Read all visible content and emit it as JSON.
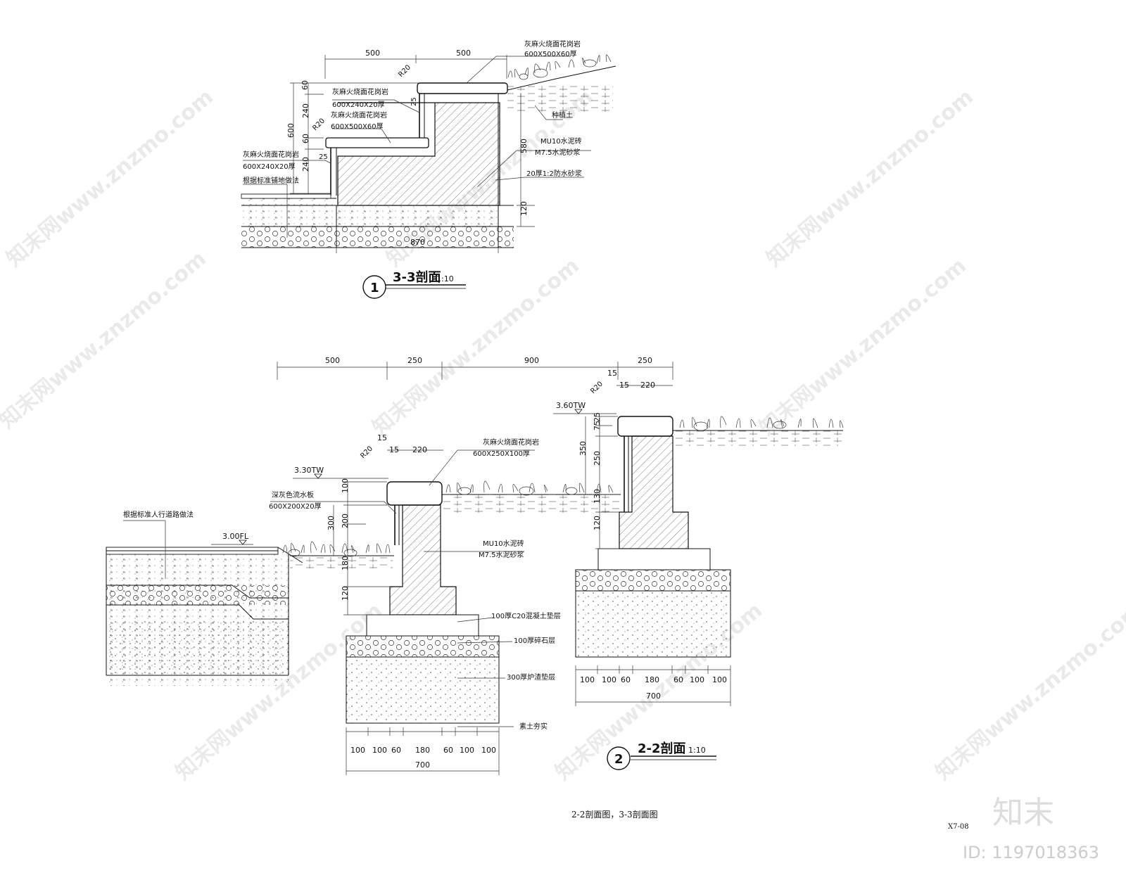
{
  "section_1": {
    "number": "1",
    "title": "3-3剖面",
    "scale": "1:10",
    "dims_top": [
      "500",
      "500"
    ],
    "dims_left": [
      "60",
      "240",
      "60",
      "240"
    ],
    "dim_total": "600",
    "dim_right": "580",
    "dim_base_height": "120",
    "dim_bottom": "870",
    "radius_top": "R20",
    "radius_step": "R20",
    "gap_upper": "25",
    "gap_lower": "25",
    "notes": {
      "cap": "灰麻火烧面花岗岩",
      "cap_size": "600X500X60厚",
      "riser_upper": "灰麻火烧面花岗岩",
      "riser_upper_size": "600X240X20厚",
      "step": "灰麻火烧面花岗岩",
      "step_size": "600X500X60厚",
      "riser_lower": "灰麻火烧面花岗岩",
      "riser_lower_size": "600X240X20厚",
      "paving": "根据标准铺地做法",
      "soil": "种植土",
      "brick": "MU10水泥砖",
      "mortar": "M7.5水泥砂浆",
      "waterproof": "20厚1:2防水砂浆"
    }
  },
  "section_2": {
    "number": "2",
    "title": "2-2剖面",
    "scale": "1:10",
    "dims_top": [
      "500",
      "250",
      "900",
      "250"
    ],
    "dim_15_a": "15",
    "dim_220_a": "220",
    "dim_15_b": "15",
    "dim_15_c": "15",
    "dim_220_b": "220",
    "dim_15_d": "15",
    "radius_left": "R20",
    "radius_right": "R20",
    "level_wall_left": "3.30TW",
    "level_wall_right": "3.60TW",
    "level_floor": "3.00FL",
    "dims_left_wall": [
      "100",
      "300",
      "200",
      "180",
      "120"
    ],
    "dims_right_wall": [
      "25",
      "75",
      "350",
      "250",
      "130",
      "120"
    ],
    "bottom_dims_left": [
      "100",
      "100",
      "60",
      "180",
      "60",
      "100",
      "100"
    ],
    "bottom_total_left": "700",
    "bottom_dims_right": [
      "100",
      "100",
      "60",
      "180",
      "60",
      "100",
      "100"
    ],
    "bottom_total_right": "700",
    "notes": {
      "road": "根据标准人行道路做法",
      "cap": "灰麻火烧面花岗岩",
      "cap_size": "600X250X100厚",
      "drain": "深灰色流水板",
      "drain_size": "600X200X20厚",
      "brick": "MU10水泥砖",
      "mortar": "M7.5水泥砂浆",
      "concrete": "100厚C20混凝土垫层",
      "gravel": "100厚碎石层",
      "slag": "300厚炉渣垫层",
      "soil": "素土夯实"
    }
  },
  "caption": "2-2剖面图，3-3剖面图",
  "sheet_code": "X7-08",
  "brand_logo": "知末",
  "id_label": "ID: 1197018363",
  "watermark": "知末网www.znzmo.com"
}
